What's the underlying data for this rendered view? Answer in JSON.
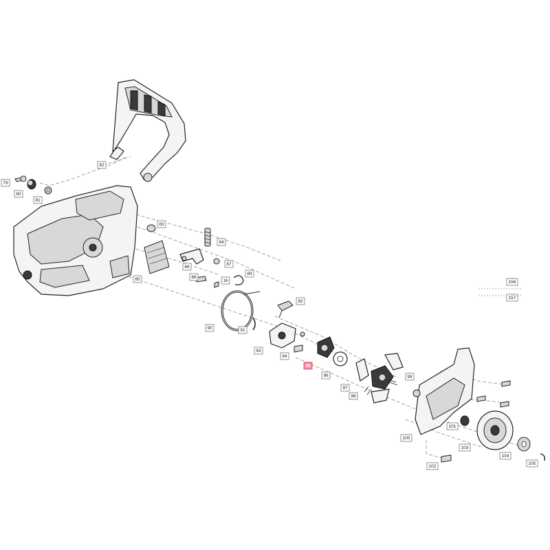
{
  "callouts": [
    {
      "label": "79",
      "highlight": false
    },
    {
      "label": "80",
      "highlight": false
    },
    {
      "label": "81",
      "highlight": false
    },
    {
      "label": "82",
      "highlight": false
    },
    {
      "label": "83",
      "highlight": false
    },
    {
      "label": "84",
      "highlight": false
    },
    {
      "label": "85",
      "highlight": false
    },
    {
      "label": "86",
      "highlight": false
    },
    {
      "label": "87",
      "highlight": false
    },
    {
      "label": "88",
      "highlight": false
    },
    {
      "label": "16",
      "highlight": false
    },
    {
      "label": "89",
      "highlight": false
    },
    {
      "label": "90",
      "highlight": false
    },
    {
      "label": "91",
      "highlight": false
    },
    {
      "label": "92",
      "highlight": false
    },
    {
      "label": "93",
      "highlight": false
    },
    {
      "label": "94",
      "highlight": false
    },
    {
      "label": "95",
      "highlight": true
    },
    {
      "label": "96",
      "highlight": false
    },
    {
      "label": "97",
      "highlight": false
    },
    {
      "label": "98",
      "highlight": false
    },
    {
      "label": "99",
      "highlight": false
    },
    {
      "label": "100",
      "highlight": false
    },
    {
      "label": "101",
      "highlight": false
    },
    {
      "label": "102",
      "highlight": false
    },
    {
      "label": "103",
      "highlight": false
    },
    {
      "label": "104",
      "highlight": false
    },
    {
      "label": "105",
      "highlight": false
    },
    {
      "label": "156",
      "highlight": false
    },
    {
      "label": "157",
      "highlight": false
    }
  ],
  "colors": {
    "highlight_fill": "#ff8aa3",
    "highlight_stroke": "#d9304f",
    "line": "#222222"
  }
}
